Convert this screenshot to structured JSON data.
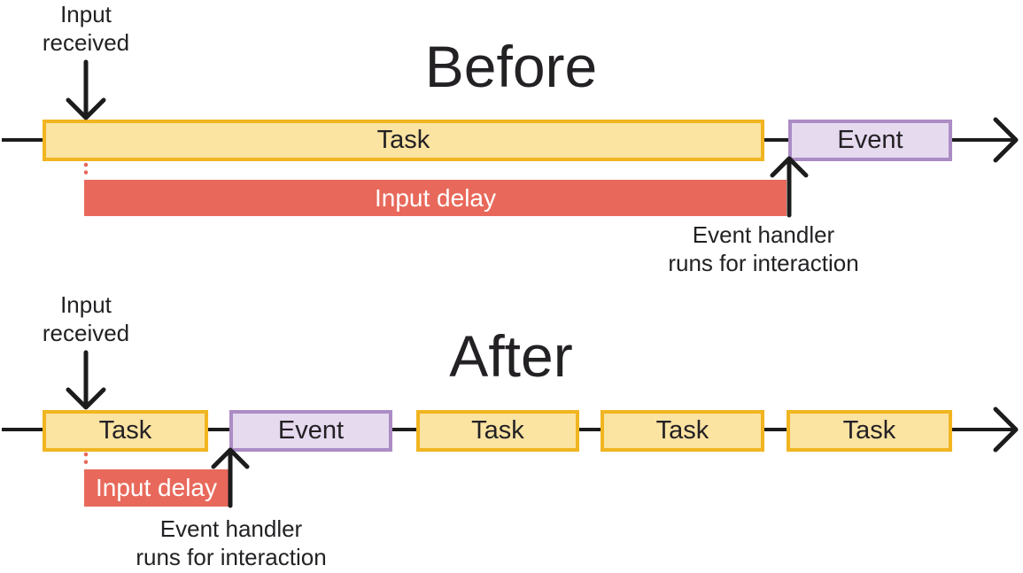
{
  "colors": {
    "task_fill": "#FBE3A2",
    "task_border": "#F1B521",
    "event_fill": "#E6DAEF",
    "event_border": "#AB8CC5",
    "delay_fill": "#E8695B",
    "delay_text": "#FFFFFF",
    "ink": "#232124",
    "line": "#1C1C1C"
  },
  "before": {
    "title": "Before",
    "input_received_label": "Input\nreceived",
    "task_label": "Task",
    "event_label": "Event",
    "input_delay_label": "Input delay",
    "handler_label": "Event handler\nruns for interaction"
  },
  "after": {
    "title": "After",
    "input_received_label": "Input\nreceived",
    "task_labels": [
      "Task",
      "Task",
      "Task",
      "Task"
    ],
    "event_label": "Event",
    "input_delay_label": "Input delay",
    "handler_label": "Event handler\nruns for interaction"
  }
}
